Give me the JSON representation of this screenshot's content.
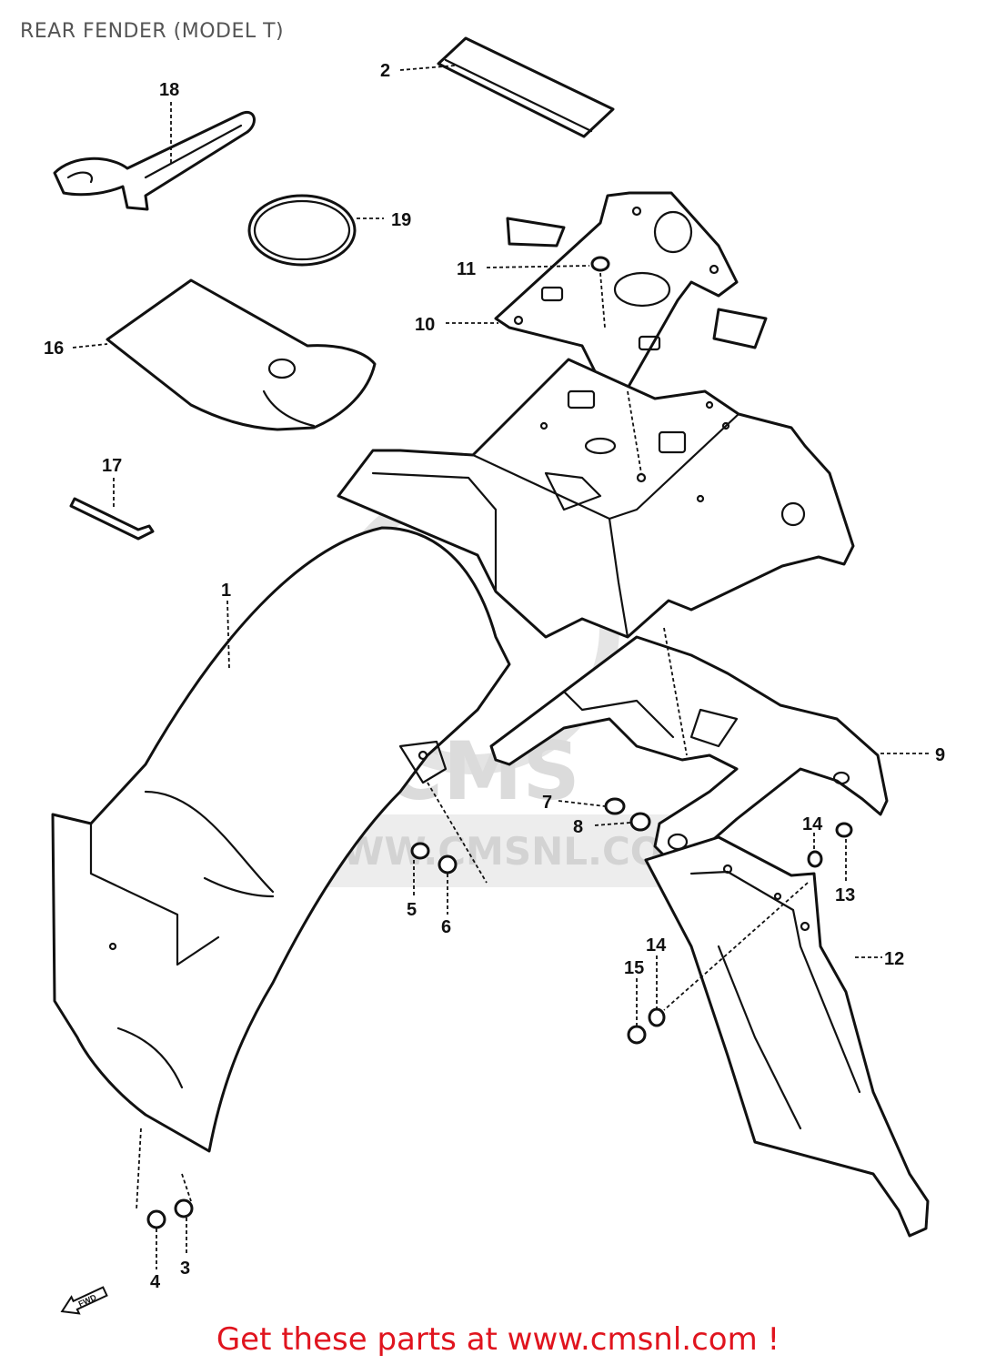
{
  "title": "REAR FENDER (MODEL T)",
  "footer_link": "Get these parts at www.cmsnl.com !",
  "watermark": {
    "logo_text": "CMS",
    "url_text": "WWW.CMSNL.COM"
  },
  "front_arrow_label": "FWD",
  "callouts": {
    "c1": "1",
    "c2": "2",
    "c3": "3",
    "c4": "4",
    "c5": "5",
    "c6": "6",
    "c7": "7",
    "c8": "8",
    "c9": "9",
    "c10": "10",
    "c11": "11",
    "c12": "12",
    "c13": "13",
    "c14a": "14",
    "c14b": "14",
    "c15": "15",
    "c16": "16",
    "c17": "17",
    "c18": "18",
    "c19": "19"
  },
  "colors": {
    "link": "#e0141e",
    "title": "#555555",
    "watermark": "#dcdcdc"
  }
}
